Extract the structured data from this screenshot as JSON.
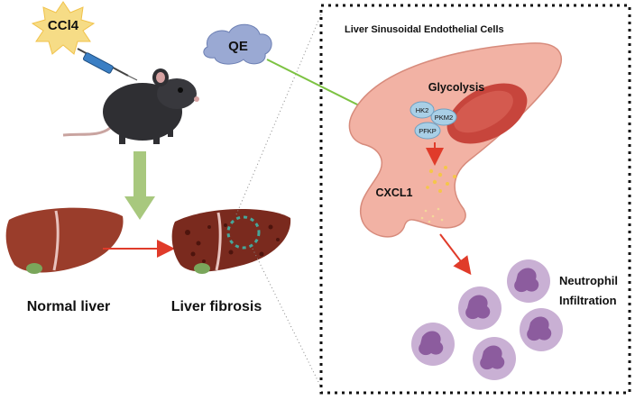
{
  "reagent": {
    "label": "CCl4"
  },
  "compound": {
    "label": "QE"
  },
  "panel": {
    "title": "Liver Sinusoidal Endothelial Cells"
  },
  "pathway": {
    "process": "Glycolysis",
    "enzymes": [
      "HK2",
      "PKM2",
      "PFKP"
    ],
    "chemokine": "CXCL1"
  },
  "outcome": {
    "line1": "Neutrophil",
    "line2": "Infiltration"
  },
  "livers": {
    "normal": "Normal liver",
    "fibrosis": "Liver fibrosis"
  },
  "colors": {
    "liver": "#8e3b2c",
    "liver_dark": "#6e2318",
    "cell": "#f2b2a4",
    "nucleus": "#c7453c",
    "qe_cloud": "#9aa9d3",
    "enzyme": "#a9cfe6",
    "inhibit_line": "#7cc242",
    "arrow_red": "#e03b2a",
    "neutrophil": "#b69ac2",
    "neutrophil_nucleus": "#7a4d8c",
    "dashed_border": "#111111",
    "starburst": "#f6dc86"
  },
  "icons": [
    "mouse-icon",
    "syringe-icon",
    "starburst-icon",
    "cloud-icon",
    "liver-icon",
    "neutrophil-icon"
  ]
}
